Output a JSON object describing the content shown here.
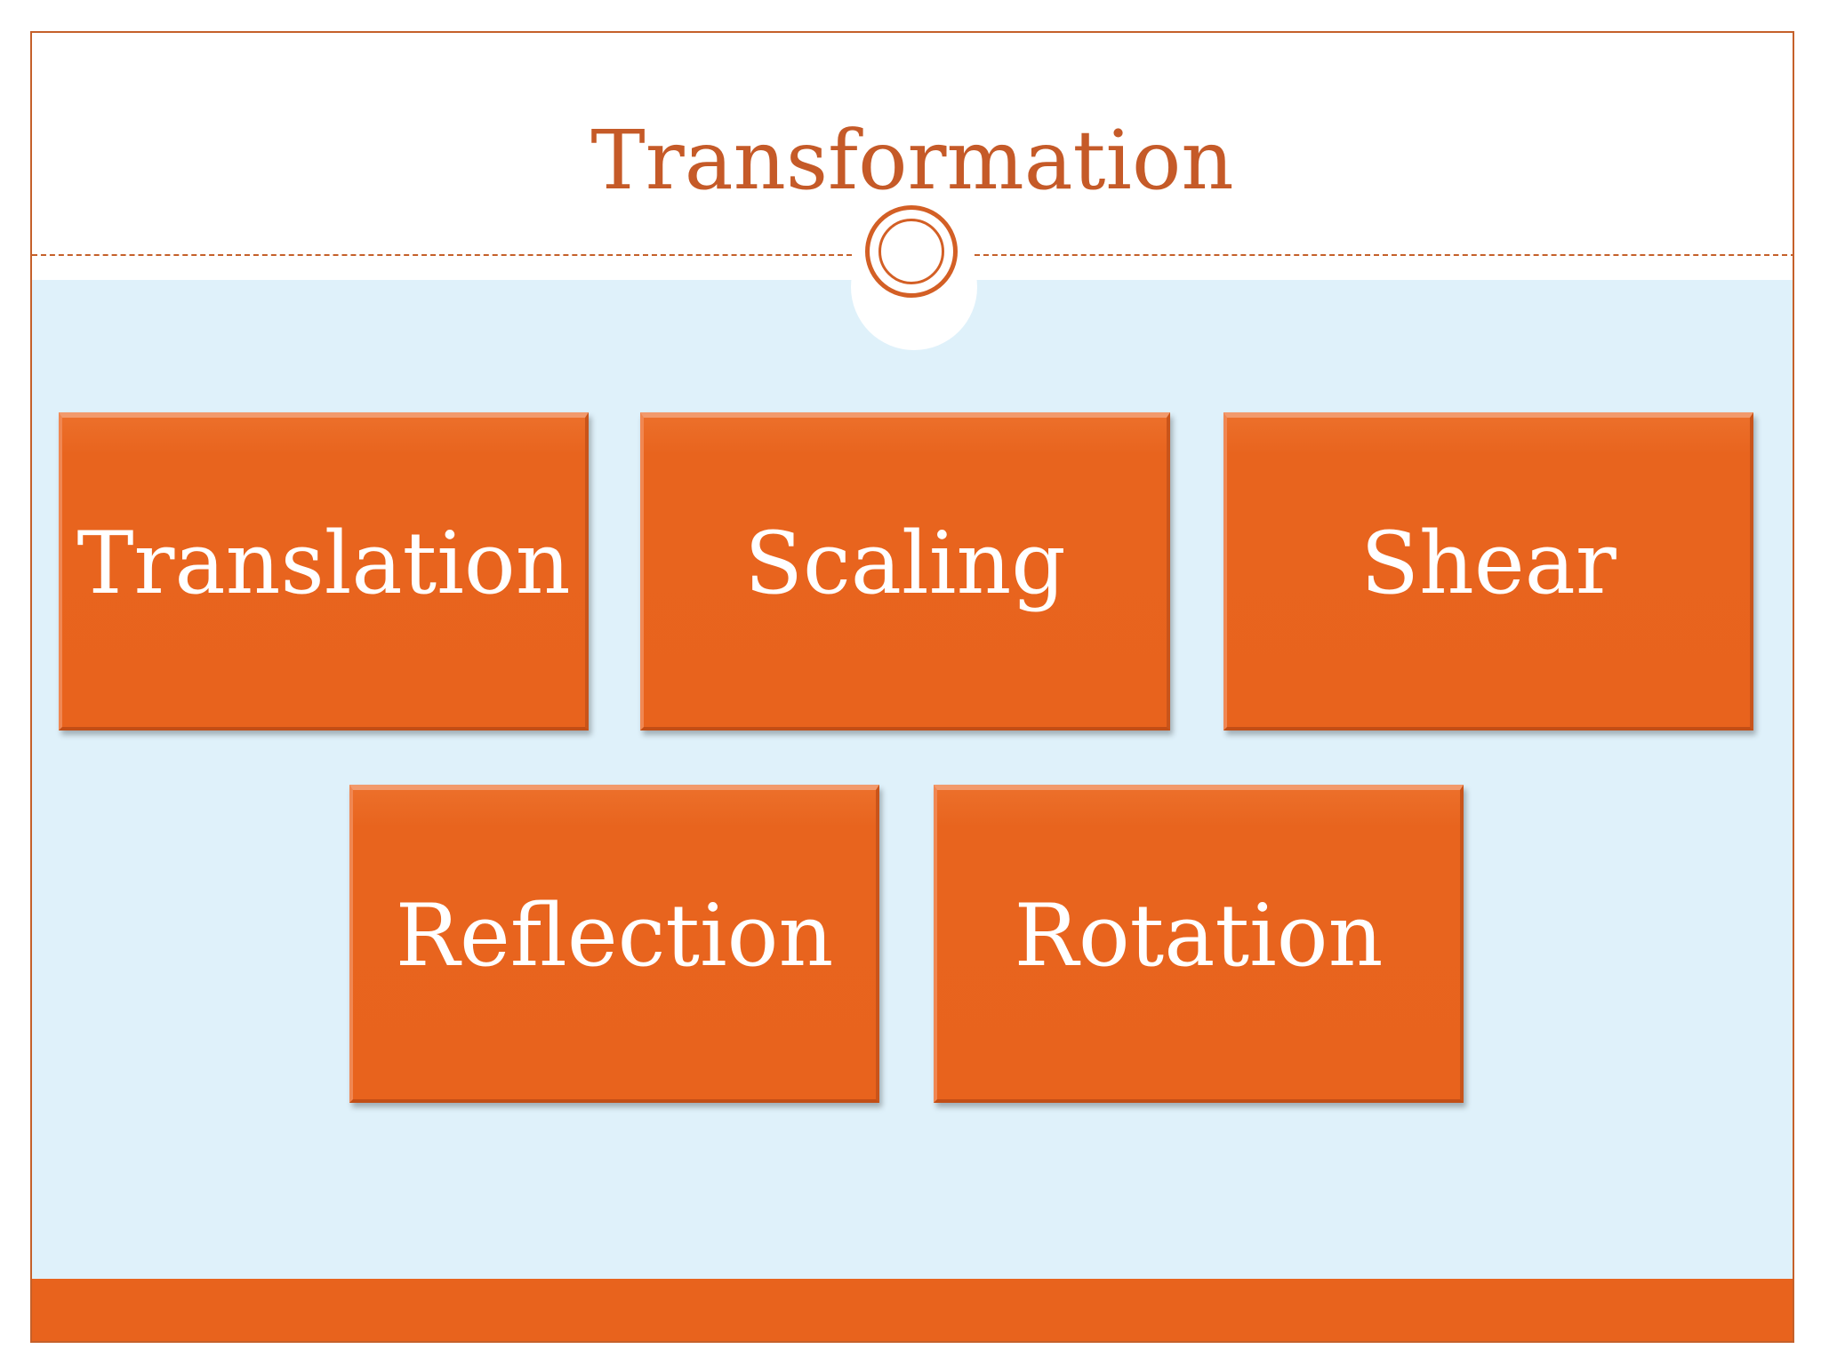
{
  "slide": {
    "title": "Transformation",
    "boxes": [
      {
        "label": "Translation"
      },
      {
        "label": "Scaling"
      },
      {
        "label": "Shear"
      },
      {
        "label": "Reflection"
      },
      {
        "label": "Rotation"
      }
    ]
  },
  "colors": {
    "accent": "#E8631D",
    "title_text": "#C55A28",
    "content_background": "#DFF1FA",
    "box_text": "#FFFFFF"
  },
  "icons": {
    "divider_ornament": "double-ring-circle-icon"
  }
}
